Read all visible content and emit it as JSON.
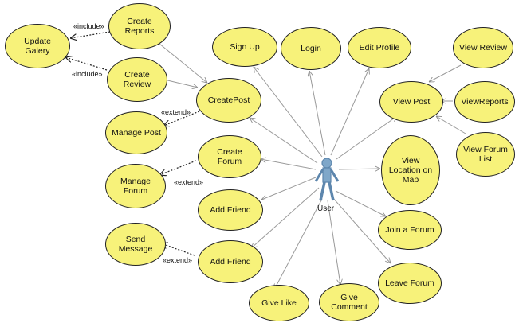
{
  "colors": {
    "usecase_fill": "#f7f27a",
    "usecase_border": "#222222",
    "line": "#999999",
    "actor": "#7fa7c9"
  },
  "actor": {
    "label": "User",
    "icon": "stick-figure-actor-icon"
  },
  "usecases": {
    "create_reports": "Create\nReports",
    "update_galery": "Update\nGalery",
    "create_review": "Create\nReview",
    "sign_up": "Sign Up",
    "login": "Login",
    "edit_profile": "Edit Profile",
    "view_review": "View Review",
    "create_post": "CreatePost",
    "view_post": "View Post",
    "view_reports": "ViewReports",
    "manage_post": "Manage Post",
    "create_forum": "Create\nForum",
    "view_forum_list": "View Forum\nList",
    "view_location_on_map": "View\nLocation on\nMap",
    "manage_forum": "Manage\nForum",
    "add_friend_1": "Add Friend",
    "send_message": "Send\nMessage",
    "add_friend_2": "Add Friend",
    "join_forum": "Join a Forum",
    "leave_forum": "Leave Forum",
    "give_like": "Give Like",
    "give_comment": "Give\nComment"
  },
  "relationships": {
    "include_1": "«include»",
    "include_2": "«include»",
    "extend_1": "«extend»",
    "extend_2": "«extend»",
    "extend_3": "«extend»"
  }
}
